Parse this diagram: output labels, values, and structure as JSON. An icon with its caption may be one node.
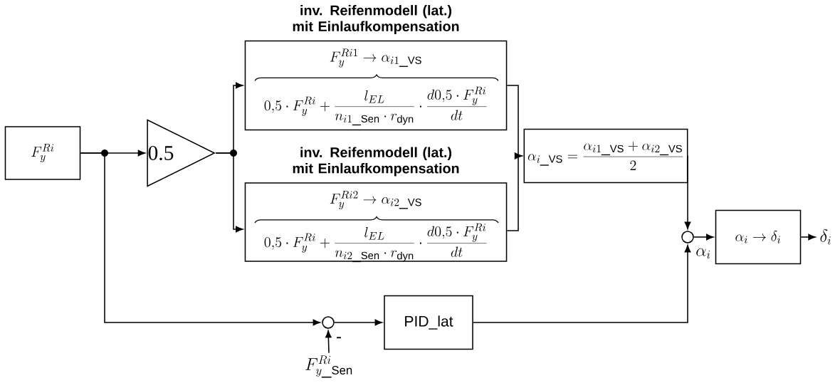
{
  "diagram": {
    "nodes": [
      {
        "text": [
          "F_y^{Ri}"
        ]
      },
      {
        "text": [
          "0.5"
        ]
      },
      {
        "text": [
          "inv. Reifenmodell (lat.) mit Einlaufkompensation",
          "F_y^{Ri1}\\rightarrow\\alpha_{i1\\_\\mathrm{VS}}",
          "0{,}5\\cdot F_y^{Ri}+\\frac{l_{EL}}{n_{i1\\_\\mathrm{Sen}}\\cdot r_{\\mathrm{dyn}}}\\cdot\\frac{d0{,}5\\cdot F_y^{Ri}}{dt}"
        ]
      },
      {
        "text": [
          "inv. Reifenmodell (lat.) mit Einlaufkompensation",
          "F_y^{Ri2}\\rightarrow\\alpha_{i2\\_\\mathrm{VS}}",
          "0{,}5\\cdot F_y^{Ri}+\\frac{l_{EL}}{n_{i2\\_\\mathrm{Sen}}\\cdot r_{\\mathrm{dyn}}}\\cdot\\frac{d0{,}5\\cdot F_y^{Ri}}{dt}"
        ]
      },
      {
        "text": [
          "\\alpha_{i\\_\\mathrm{VS}}=\\frac{\\alpha_{i1\\_\\mathrm{VS}}+\\alpha_{i2\\_\\mathrm{VS}}}{2}"
        ]
      },
      {
        "text": [],
        "shape": "circle"
      },
      {
        "text": [
          "\\alpha_i\\rightarrow\\delta_i"
        ]
      },
      {
        "text": [
          "\\delta_i"
        ]
      },
      {
        "text": [],
        "shape": "circle",
        "beside": [
          "-"
        ]
      },
      {
        "text": [
          "PID_lat"
        ]
      },
      {
        "text": [
          "F_{y\\_\\mathrm{Sen}}^{Ri}"
        ]
      }
    ],
    "edges": [
      {
        "from": 0,
        "to": 1,
        "arrow": "to"
      },
      {
        "from": 0,
        "to": 8,
        "arrow": "to"
      },
      {
        "from": 1,
        "to": 2,
        "arrow": "to"
      },
      {
        "from": 1,
        "to": 3,
        "arrow": "to"
      },
      {
        "from": 2,
        "to": 4,
        "arrow": "to"
      },
      {
        "from": 3,
        "to": 4,
        "arrow": "to"
      },
      {
        "from": 4,
        "to": 5,
        "arrow": "to"
      },
      {
        "from": 5,
        "to": 6,
        "arrow": "to"
      },
      {
        "from": 6,
        "to": 7,
        "arrow": "to"
      },
      {
        "from": 8,
        "to": 9,
        "arrow": "to"
      },
      {
        "from": 9,
        "to": 5,
        "arrow": "to"
      },
      {
        "from": 10,
        "to": 8,
        "arrow": "to"
      }
    ],
    "labels": [
      "\\alpha_i"
    ]
  }
}
